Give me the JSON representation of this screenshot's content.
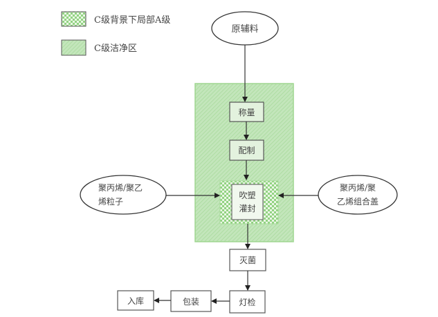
{
  "legend": [
    {
      "label": "C级背景下局部A级",
      "pattern": "checkered"
    },
    {
      "label": "C级洁净区",
      "pattern": "hatched"
    }
  ],
  "colors": {
    "green_fill": "#b9e0b0",
    "green_border": "#8ed07f",
    "check_dark": "#8fd07e",
    "check_light": "#e8f6e3",
    "line": "#333333",
    "box_fill": "#e3f2de"
  },
  "nodes": {
    "raw_material": "原辅料",
    "weighing": "称量",
    "preparation": "配制",
    "blow_fill_line1": "吹塑",
    "blow_fill_line2": "灌封",
    "pp_pe_granules_line1": "聚丙烯/聚乙",
    "pp_pe_granules_line2": "烯粒子",
    "pp_pe_cap_line1": "聚丙烯/聚",
    "pp_pe_cap_line2": "乙烯组合盖",
    "sterilization": "灭菌",
    "light_inspection": "灯检",
    "packaging": "包装",
    "warehousing": "入库"
  }
}
